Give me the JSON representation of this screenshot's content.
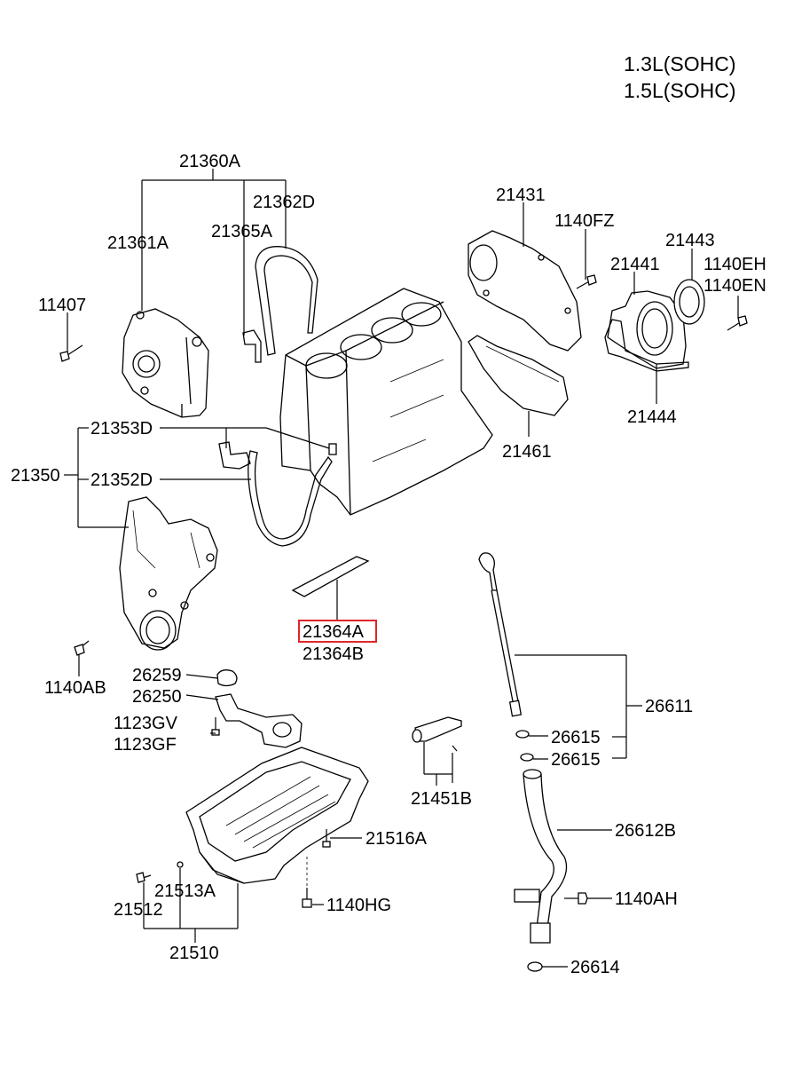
{
  "engine": {
    "line1": "1.3L(SOHC)",
    "line2": "1.5L(SOHC)"
  },
  "labels": {
    "p21360A": "21360A",
    "p21362D": "21362D",
    "p21365A": "21365A",
    "p21361A": "21361A",
    "p11407": "11407",
    "p21431": "21431",
    "p1140FZ": "1140FZ",
    "p21443": "21443",
    "p21441": "21441",
    "p1140EH": "1140EH",
    "p1140EN": "1140EN",
    "p21444": "21444",
    "p21461": "21461",
    "p21353D": "21353D",
    "p21350": "21350",
    "p21352D": "21352D",
    "p21364A": "21364A",
    "p21364B": "21364B",
    "p1140AB": "1140AB",
    "p26259": "26259",
    "p26250": "26250",
    "p1123GV": "1123GV",
    "p1123GF": "1123GF",
    "p26611": "26611",
    "p26615a": "26615",
    "p26615b": "26615",
    "p21451B": "21451B",
    "p26612B": "26612B",
    "p21516A": "21516A",
    "p21513A": "21513A",
    "p21512": "21512",
    "p1140HG": "1140HG",
    "p21510": "21510",
    "p1140AH": "1140AH",
    "p26614": "26614"
  },
  "highlight": {
    "part": "21364A",
    "color": "#e0262b"
  }
}
